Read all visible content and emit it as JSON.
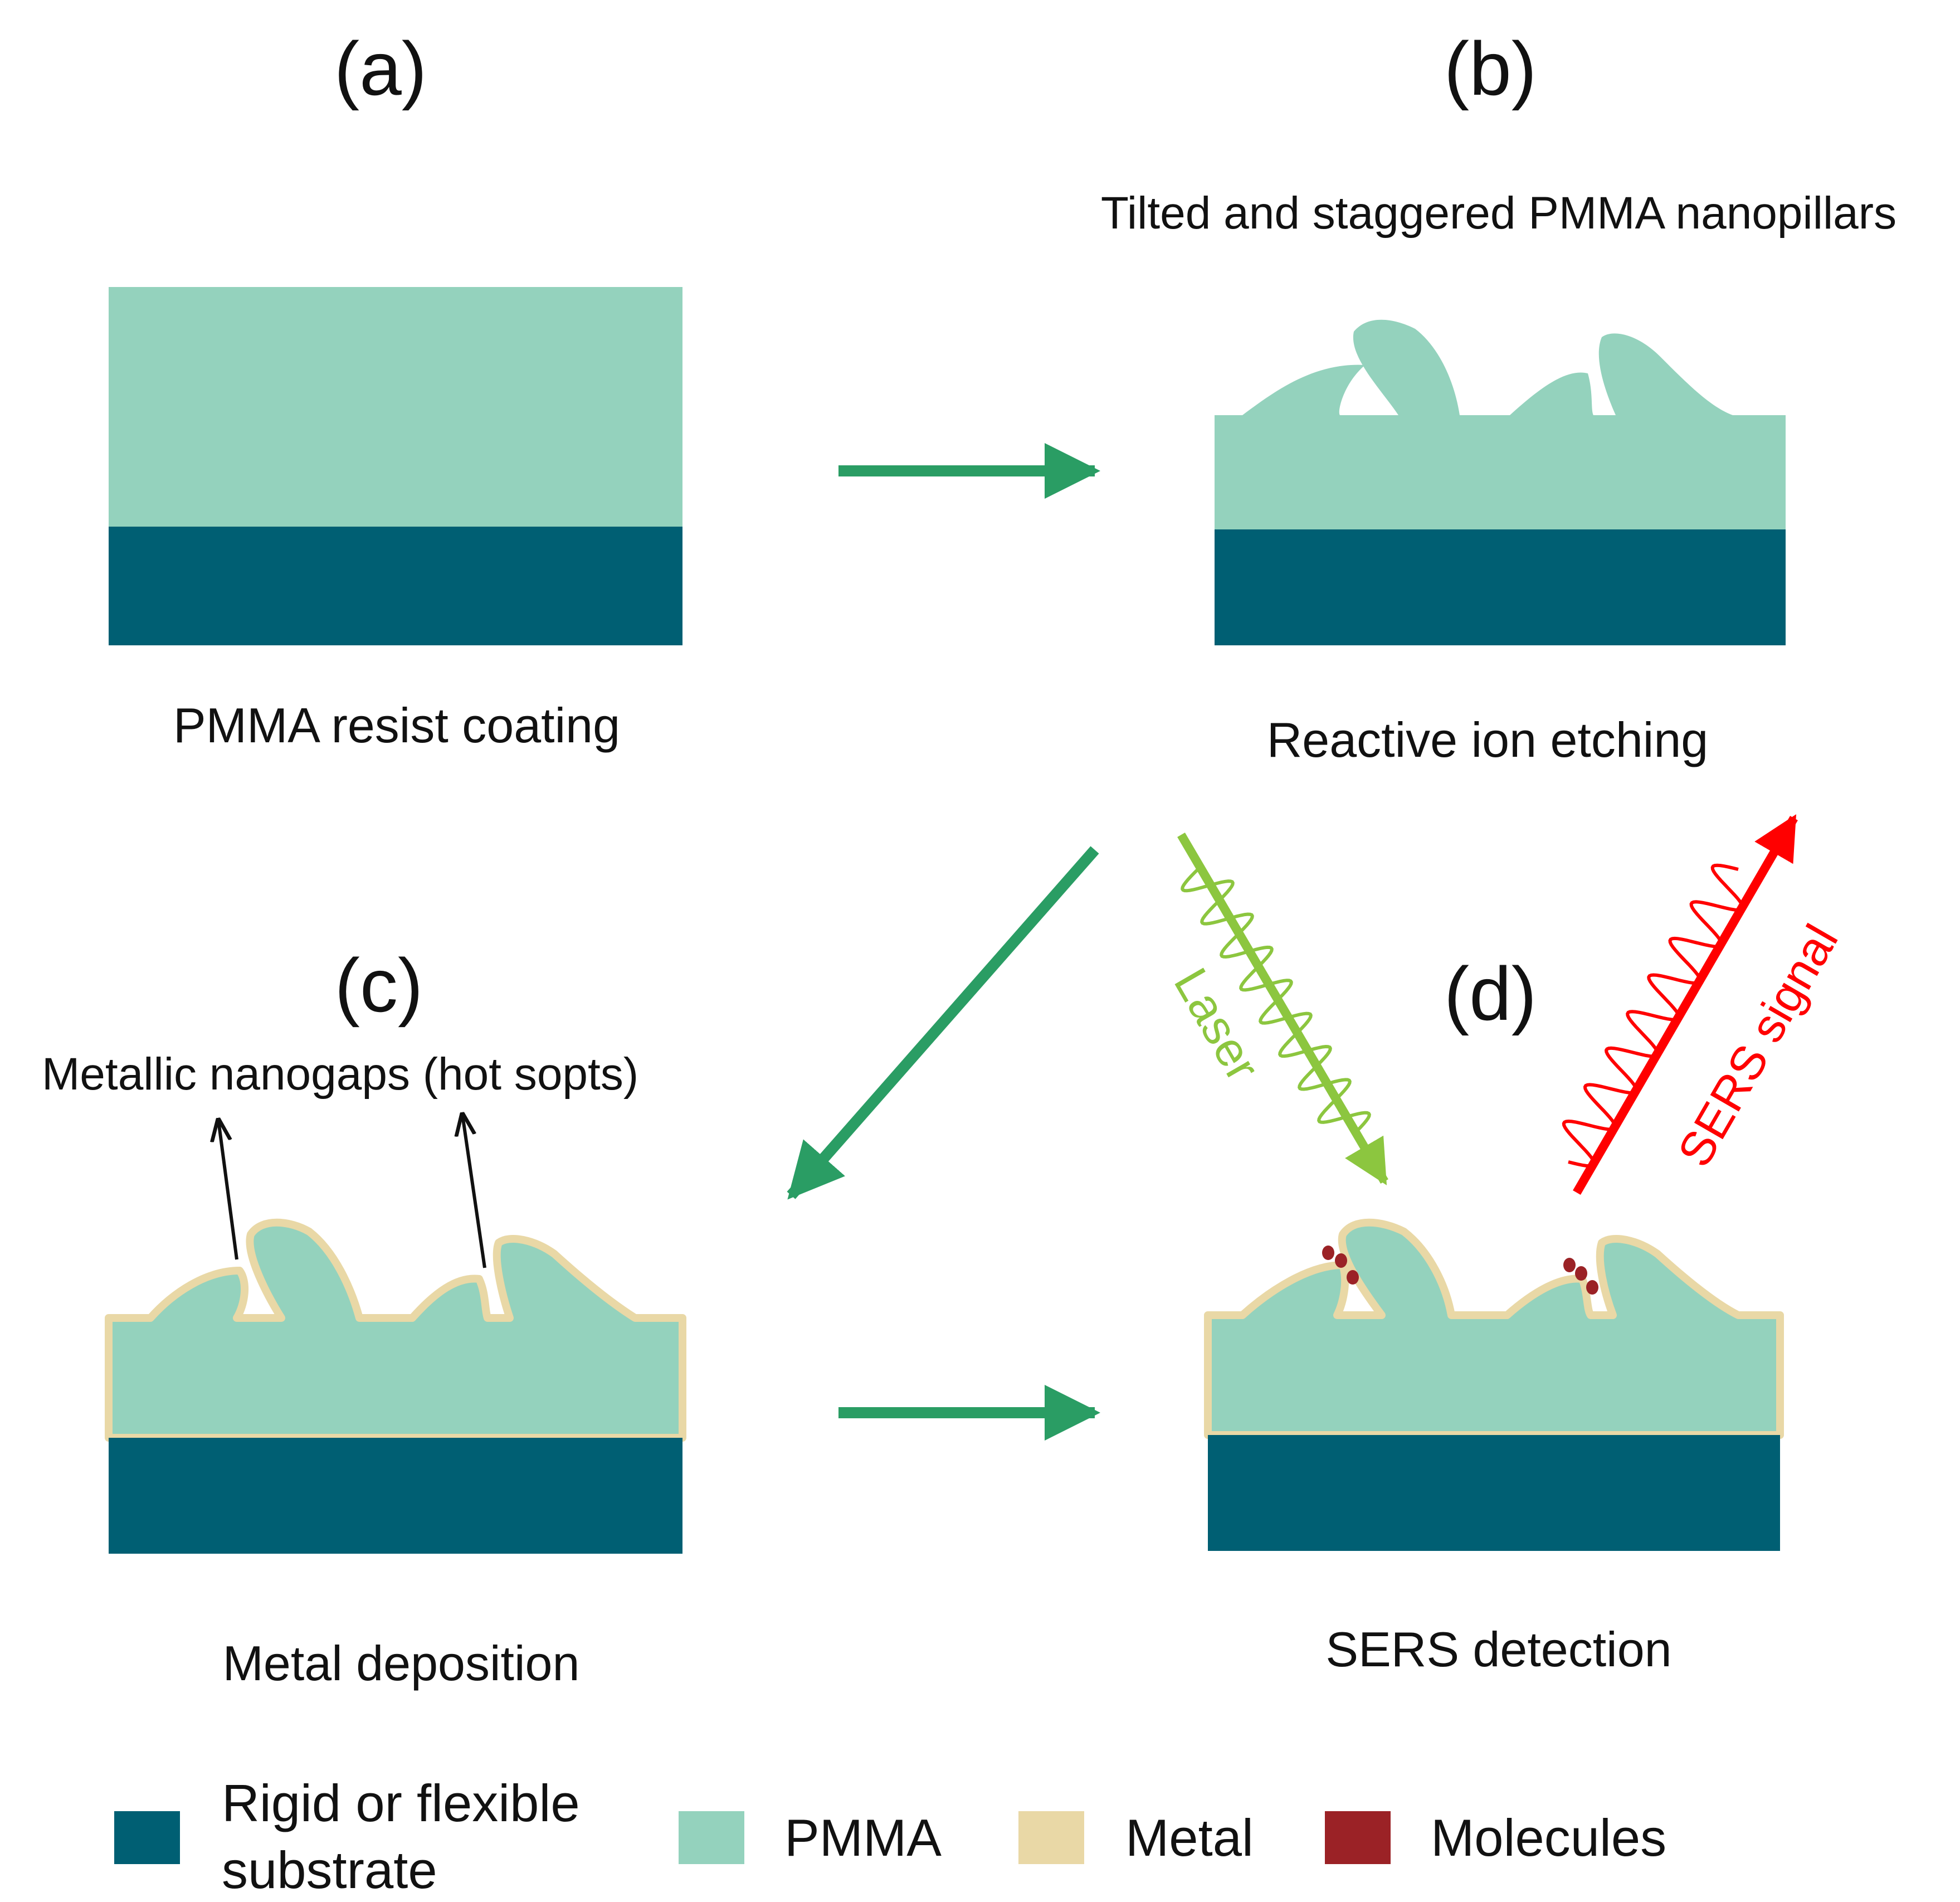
{
  "colors": {
    "substrate": "#005f73",
    "pmma": "#94d2bd",
    "metal": "#e9d8a6",
    "molecules": "#9b2226",
    "process_arrow": "#2a9d64",
    "laser": "#8cc63f",
    "sers_signal": "#ff0000",
    "text": "#111111"
  },
  "panels": {
    "a": {
      "label": "(a)",
      "caption": "PMMA resist coating"
    },
    "b": {
      "label": "(b)",
      "caption": "Reactive ion etching",
      "annotation": "Tilted and staggered PMMA nanopillars"
    },
    "c": {
      "label": "(c)",
      "caption": "Metal deposition",
      "annotation": "Metallic nanogaps (hot sopts)"
    },
    "d": {
      "label": "(d)",
      "caption": "SERS detection",
      "laser_label": "Laser",
      "signal_label": "SERS signal"
    }
  },
  "legend": [
    {
      "label_line1": "Rigid or flexible",
      "label_line2": "substrate",
      "swatch": "substrate",
      "icon": "square-swatch"
    },
    {
      "label_line1": "PMMA",
      "swatch": "pmma",
      "icon": "square-swatch"
    },
    {
      "label_line1": "Metal",
      "swatch": "metal",
      "icon": "square-swatch"
    },
    {
      "label_line1": "Molecules",
      "swatch": "molecules",
      "icon": "square-swatch"
    }
  ]
}
